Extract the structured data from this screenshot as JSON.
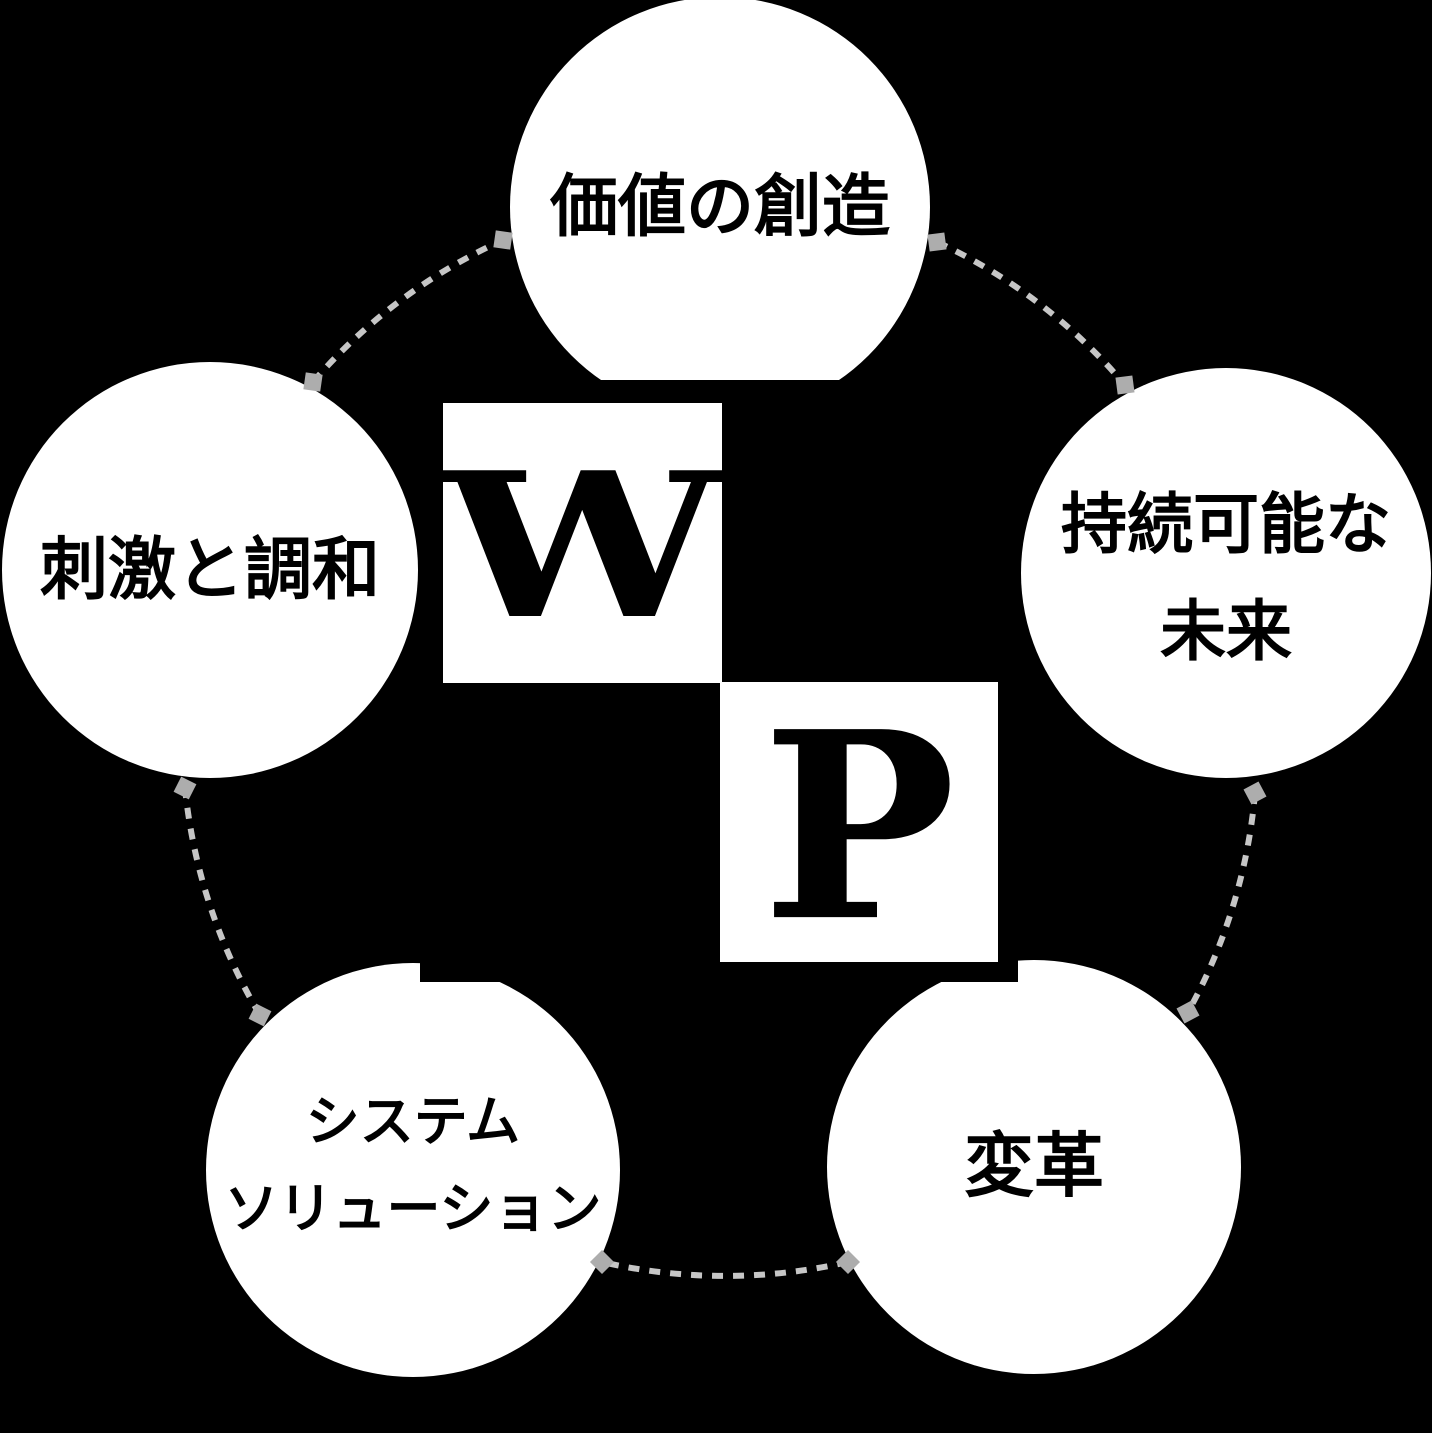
{
  "diagram": {
    "description": "WP pentagon value diagram",
    "colors": {
      "background": "#000000",
      "node_fill": "#ffffff",
      "label_color": "#000000",
      "letter_color": "#000000",
      "dash_color": "#c6c6c6",
      "marker_color": "#adadad"
    },
    "monogram": {
      "top_letter": "W",
      "bottom_letter": "P"
    },
    "nodes": [
      {
        "id": "value-creation",
        "position": "top",
        "lines": [
          "価値の創造"
        ]
      },
      {
        "id": "sustainable-future",
        "position": "right",
        "lines": [
          "持続可能な",
          "未来"
        ]
      },
      {
        "id": "transformation",
        "position": "bottom-right",
        "lines": [
          "変革"
        ]
      },
      {
        "id": "system-solution",
        "position": "bottom-left",
        "lines": [
          "システム",
          "ソリューション"
        ]
      },
      {
        "id": "stimulus-harmony",
        "position": "left",
        "lines": [
          "刺激と調和"
        ]
      }
    ]
  }
}
